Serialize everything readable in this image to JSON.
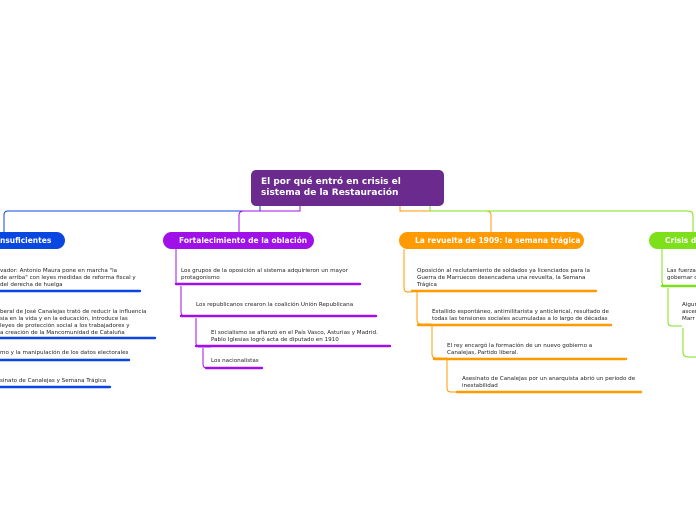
{
  "colors": {
    "root": "#6a2a8e",
    "blue": "#0a47e0",
    "purple": "#a010e8",
    "orange": "#ff9a00",
    "green": "#7ee01a"
  },
  "root": {
    "title": "El por qué entró en crisis el\nsistema de la Restauración"
  },
  "branches": [
    {
      "label": "nsuficientes",
      "items": [
        "vador:  Antonio Maura pone en marcha \"la\nde arriba\" con leyes medidas de reforma fiscal y\ndel derecha de huelga",
        "beral de José  Canalejas trató de reducir la influencia\nsia en la vida y en la educación, introduce las\n leyes de protección social a los trabajadores y\na creación de la Mancomunidad de Cataluña",
        "mo y la manipulación de los datos electorales",
        "sinato de Canalejas y Semana Trágica"
      ]
    },
    {
      "label": "Fortalecimiento de la oblación",
      "items": [
        "Los grupos de la oposición al sistema adquirieron un mayor\nprotagonismo",
        "Los republicanos crearon la coalición Unión Republicana",
        "El socialismo se afianzó  en el País Vasco, Asturias y Madrid.\nPablo Iglesias logró acta de diputado en 1910",
        "Los nacionalistas"
      ]
    },
    {
      "label": "La revuelta de 1909: la semana trágica",
      "items": [
        "Oposición al reclutamiento de soldados ya licenciados para la\nGuerra de Marruecos desencadena una revuelta, la Semana\nTrágica",
        "Estallido espontáneo, antimilitarista y anticlerical, resultado de\ntodas las tensiones  sociales acumuladas a lo largo de décadas",
        "El rey encargó la formación de un nuevo  gobierno a\nCanalejas, Partido liberal.",
        "Asesinato de Canalejas por un anarquista abrió un periodo de\ninestabilidad"
      ]
    },
    {
      "label": "Crisis de",
      "items": [
        "Las fuerza\ngobernar c",
        "Algun\nascer\nMarr"
      ]
    }
  ]
}
